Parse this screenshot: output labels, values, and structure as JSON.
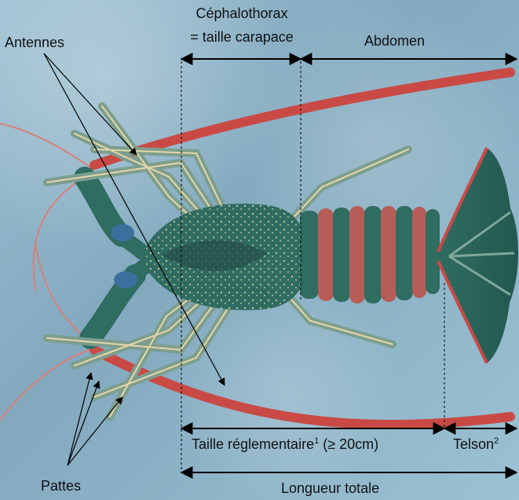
{
  "labels": {
    "antennes": "Antennes",
    "cephalothorax_line1": "Céphalothorax",
    "cephalothorax_line2": "= taille carapace",
    "abdomen": "Abdomen",
    "taille_reglementaire": "Taille réglementaire",
    "taille_reglementaire_note": "1",
    "taille_reglementaire_suffix": " (≥ 20cm)",
    "telson": "Telson",
    "telson_note": "2",
    "pattes": "Pattes",
    "longueur_totale": "Longueur totale"
  },
  "colors": {
    "antenna_red": "#c94a45",
    "shell_green": "#2f6c61",
    "shell_dark": "#1f4f49",
    "spine_cream": "#e8d6a7",
    "arrow_black": "#000000"
  },
  "icons": {
    "main_figure": "spiny-lobster-illustration"
  }
}
